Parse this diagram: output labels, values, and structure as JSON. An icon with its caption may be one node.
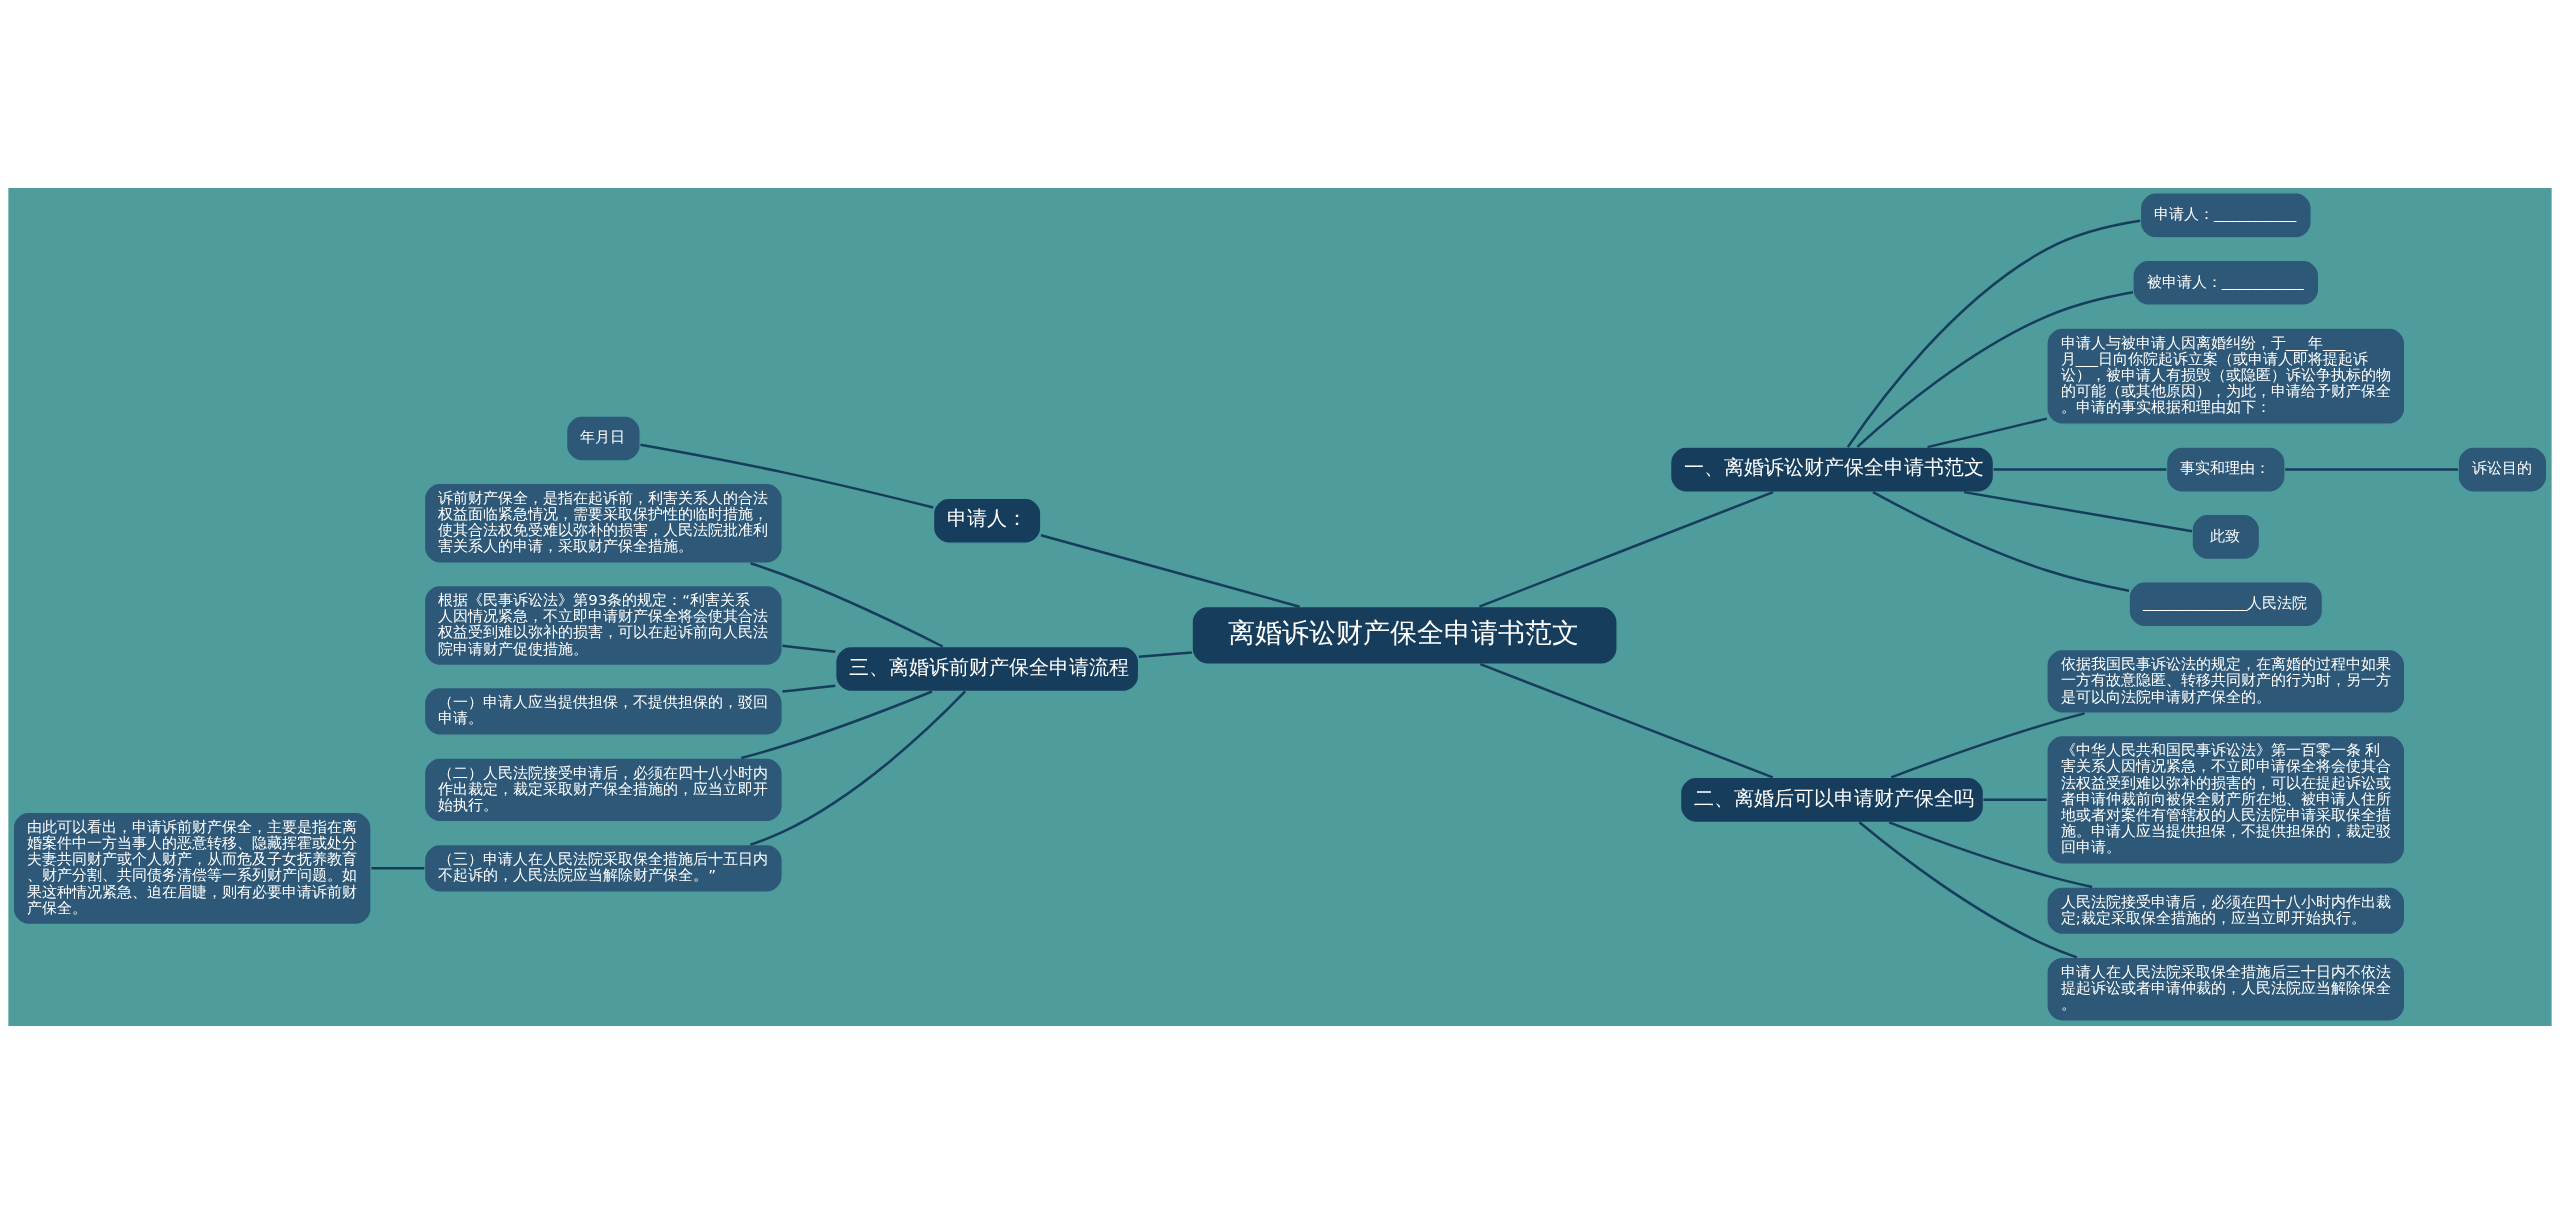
{
  "diagram": {
    "nodes": [
      {
        "text": [
          "离婚诉讼财产保全申请书范文"
        ]
      },
      {
        "text": [
          "申请人："
        ]
      },
      {
        "text": [
          "年月日"
        ]
      },
      {
        "text": [
          "一、离婚诉讼财产保全申请书范文"
        ]
      },
      {
        "text": [
          "申请人：___________"
        ]
      },
      {
        "text": [
          "被申请人：___________"
        ]
      },
      {
        "text": [
          "申请人与被申请人因离婚纠纷，于___年___月___日向你院起诉立案（或申请人即将提起诉讼），被申请人有损毁（或隐匿）诉讼争执标的物的可能（或其他原因），为此，申请给予财产保全。申请的事实根据和理由如下："
        ]
      },
      {
        "text": [
          "事实和理由："
        ]
      },
      {
        "text": [
          "诉讼目的"
        ]
      },
      {
        "text": [
          "此致"
        ]
      },
      {
        "text": [
          "______________人民法院"
        ]
      },
      {
        "text": [
          "二、离婚后可以申请财产保全吗"
        ]
      },
      {
        "text": [
          "依据我国民事诉讼法的规定，在离婚的过程中如果一方有故意隐匿、转移共同财产的行为时，另一方是可以向法院申请财产保全的。"
        ]
      },
      {
        "text": [
          "《中华人民共和国民事诉讼法》第一百零一条 利害关系人因情况紧急，不立即申请保全将会使其合法权益受到难以弥补的损害的，可以在提起诉讼或者申请仲裁前向被保全财产所在地、被申请人住所地或者对案件有管辖权的人民法院申请采取保全措施。申请人应当提供担保，不提供担保的，裁定驳回申请。"
        ]
      },
      {
        "text": [
          "人民法院接受申请后，必须在四十八小时内作出裁定;裁定采取保全措施的，应当立即开始执行。"
        ]
      },
      {
        "text": [
          "申请人在人民法院采取保全措施后三十日内不依法提起诉讼或者申请仲裁的，人民法院应当解除保全。"
        ]
      },
      {
        "text": [
          "三、离婚诉前财产保全申请流程"
        ]
      },
      {
        "text": [
          "诉前财产保全，是指在起诉前，利害关系人的合法权益面临紧急情况，需要采取保护性的临时措施，使其合法权免受难以弥补的损害，人民法院批准利害关系人的申请，采取财产保全措施。"
        ]
      },
      {
        "text": [
          "根据《民事诉讼法》第93条的规定：“利害关系人因情况紧急，不立即申请财产保全将会使其合法权益受到难以弥补的损害，可以在起诉前向人民法院申请财产促使措施。"
        ]
      },
      {
        "text": [
          "（一）申请人应当提供担保，不提供担保的，驳回申请。"
        ]
      },
      {
        "text": [
          "（二）人民法院接受申请后，必须在四十八小时内作出裁定，裁定采取财产保全措施的，应当立即开始执行。"
        ]
      },
      {
        "text": [
          "（三）申请人在人民法院采取保全措施后十五日内不起诉的，人民法院应当解除财产保全。”"
        ]
      },
      {
        "text": [
          "由此可以看出，申请诉前财产保全，主要是指在离婚案件中一方当事人的恶意转移、隐藏挥霍或处分夫妻共同财产或个人财产，从而危及子女抚养教育、财产分割、共同债务清偿等一系列财产问题。如果这种情况紧急、迫在眉睫，则有必要申请诉前财产保全。"
        ]
      }
    ],
    "edges": [
      {
        "from": 0,
        "to": 1,
        "arrow": "none"
      },
      {
        "from": 1,
        "to": 2,
        "arrow": "none"
      },
      {
        "from": 0,
        "to": 3,
        "arrow": "none"
      },
      {
        "from": 3,
        "to": 4,
        "arrow": "none"
      },
      {
        "from": 3,
        "to": 5,
        "arrow": "none"
      },
      {
        "from": 3,
        "to": 6,
        "arrow": "none"
      },
      {
        "from": 3,
        "to": 7,
        "arrow": "none"
      },
      {
        "from": 7,
        "to": 8,
        "arrow": "none"
      },
      {
        "from": 3,
        "to": 9,
        "arrow": "none"
      },
      {
        "from": 3,
        "to": 10,
        "arrow": "none"
      },
      {
        "from": 0,
        "to": 11,
        "arrow": "none"
      },
      {
        "from": 11,
        "to": 12,
        "arrow": "none"
      },
      {
        "from": 11,
        "to": 13,
        "arrow": "none"
      },
      {
        "from": 11,
        "to": 14,
        "arrow": "none"
      },
      {
        "from": 11,
        "to": 15,
        "arrow": "none"
      },
      {
        "from": 0,
        "to": 16,
        "arrow": "none"
      },
      {
        "from": 16,
        "to": 17,
        "arrow": "none"
      },
      {
        "from": 16,
        "to": 18,
        "arrow": "none"
      },
      {
        "from": 16,
        "to": 19,
        "arrow": "none"
      },
      {
        "from": 16,
        "to": 20,
        "arrow": "none"
      },
      {
        "from": 16,
        "to": 21,
        "arrow": "none"
      },
      {
        "from": 21,
        "to": 22,
        "arrow": "none"
      }
    ]
  }
}
